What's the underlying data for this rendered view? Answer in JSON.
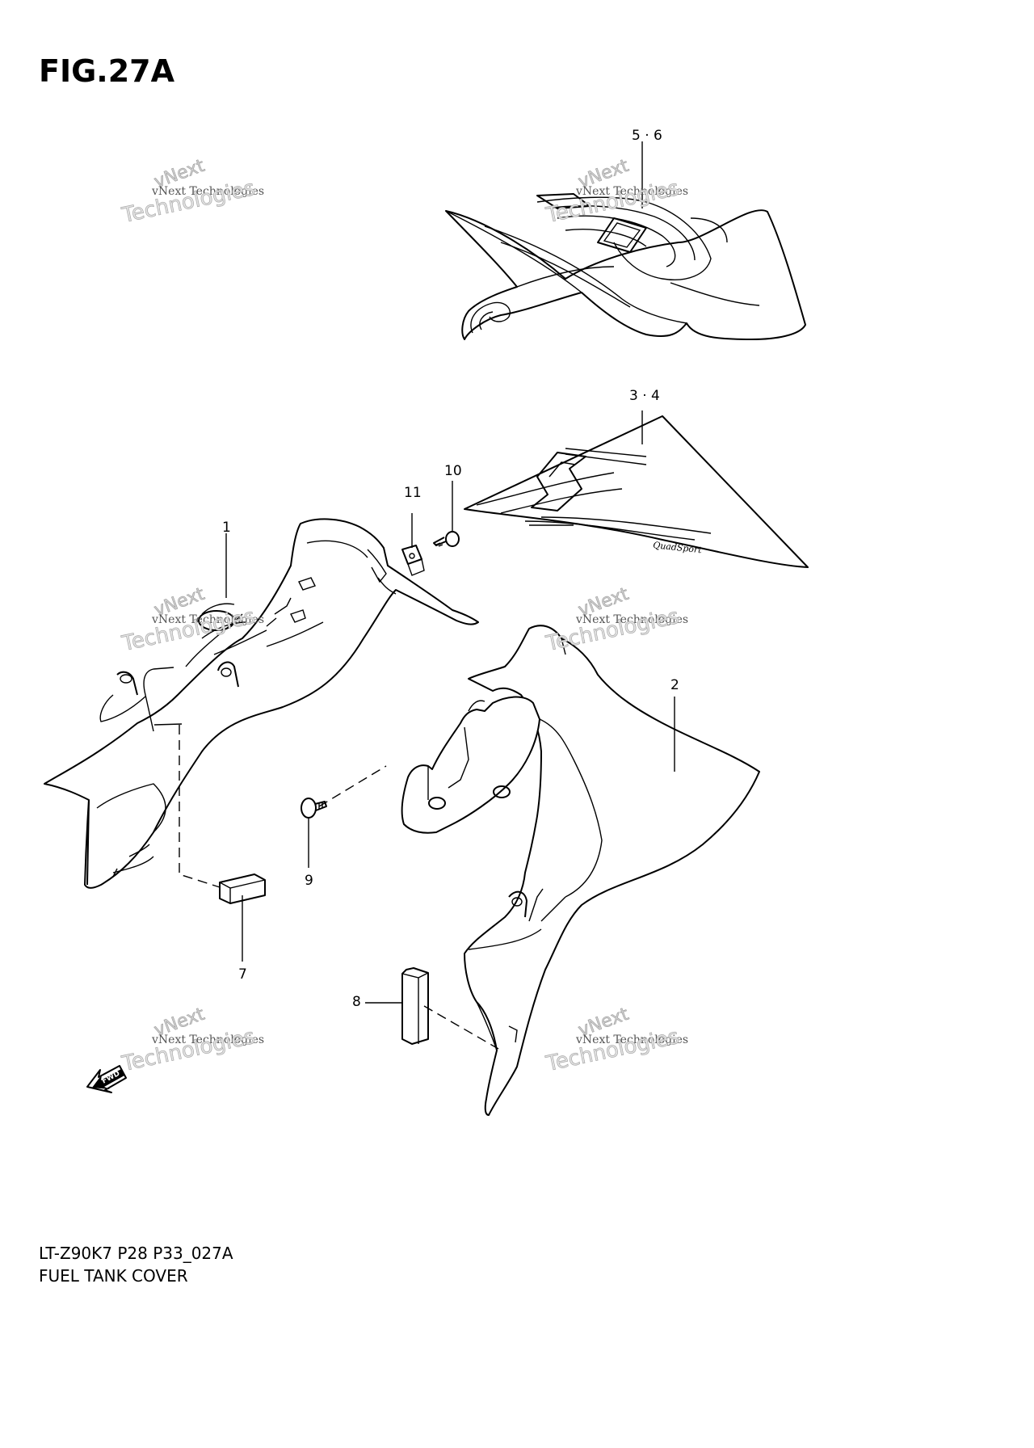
{
  "figure": {
    "title": "FIG.27A"
  },
  "callouts": {
    "c1": "1",
    "c2": "2",
    "c34": "3 · 4",
    "c56": "5 · 6",
    "c7": "7",
    "c8": "8",
    "c9": "9",
    "c10": "10",
    "c11": "11"
  },
  "fwd_label": "FWD",
  "footer": {
    "code": "LT-Z90K7 P28 P33_027A",
    "caption": "FUEL TANK COVER"
  },
  "watermark": {
    "line1": "vNext",
    "line2": "vNext Technologies",
    "line3": "Technologies"
  }
}
